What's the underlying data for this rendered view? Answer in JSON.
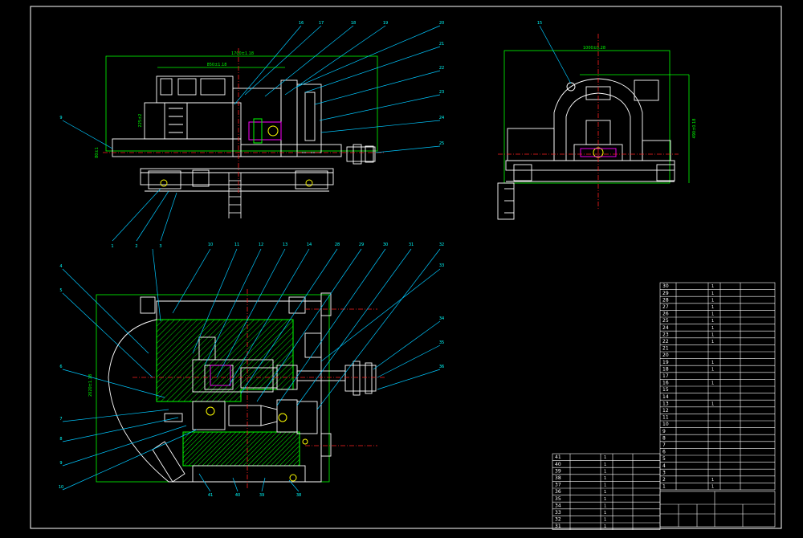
{
  "colors": {
    "background": "#000000",
    "frame": "#ffffff",
    "leader": "#00c8ff",
    "dim": "#00ff00",
    "center": "#ff2020",
    "hatch": "#00ff00",
    "body": "#ffffff",
    "accent": "#ffff00",
    "magenta": "#ff00ff"
  },
  "dimensions": {
    "front_overall": "1700±1.18",
    "front_inner": "850±1.18",
    "front_height": "225±2",
    "front_small": "80±1",
    "side_width": "1000±0.28",
    "side_height": "490±0.18",
    "plan_height": "2020±1.18"
  },
  "callouts": {
    "front_top": [
      "16",
      "17",
      "18",
      "19",
      "20",
      "21",
      "22",
      "23",
      "24",
      "25"
    ],
    "front_left": "9",
    "front_bottom": [
      "1",
      "2",
      "3"
    ],
    "side_top": "15",
    "plan_top": [
      "10",
      "11",
      "12",
      "13",
      "14",
      "28",
      "29",
      "30",
      "31",
      "32",
      "33"
    ],
    "plan_left": [
      "4",
      "5",
      "6",
      "7",
      "8",
      "9",
      "10"
    ],
    "plan_right": [
      "34",
      "35",
      "36"
    ],
    "plan_bottom": [
      "41",
      "40",
      "39",
      "38"
    ]
  },
  "bom_upper": {
    "rows": [
      {
        "no": "30",
        "qty": "1"
      },
      {
        "no": "29",
        "qty": "1"
      },
      {
        "no": "28",
        "qty": "1"
      },
      {
        "no": "27",
        "qty": "1"
      },
      {
        "no": "26",
        "qty": "1"
      },
      {
        "no": "25",
        "qty": "1"
      },
      {
        "no": "24",
        "qty": "1"
      },
      {
        "no": "23",
        "qty": "1"
      },
      {
        "no": "22",
        "qty": "1"
      },
      {
        "no": "21",
        "qty": ""
      },
      {
        "no": "20",
        "qty": ""
      },
      {
        "no": "19",
        "qty": "1"
      },
      {
        "no": "18",
        "qty": "1"
      },
      {
        "no": "17",
        "qty": ""
      },
      {
        "no": "16",
        "qty": "1"
      },
      {
        "no": "15",
        "qty": ""
      },
      {
        "no": "14",
        "qty": ""
      },
      {
        "no": "13",
        "qty": "1"
      },
      {
        "no": "12",
        "qty": ""
      },
      {
        "no": "11",
        "qty": ""
      },
      {
        "no": "10",
        "qty": ""
      },
      {
        "no": "9",
        "qty": ""
      },
      {
        "no": "8",
        "qty": ""
      },
      {
        "no": "7",
        "qty": ""
      },
      {
        "no": "6",
        "qty": ""
      },
      {
        "no": "5",
        "qty": ""
      },
      {
        "no": "4",
        "qty": ""
      },
      {
        "no": "3",
        "qty": ""
      },
      {
        "no": "2",
        "qty": "1"
      },
      {
        "no": "1",
        "qty": "1"
      }
    ]
  },
  "bom_lower": {
    "rows": [
      {
        "no": "41",
        "qty": "1"
      },
      {
        "no": "40",
        "qty": "1"
      },
      {
        "no": "39",
        "qty": "1"
      },
      {
        "no": "38",
        "qty": "1"
      },
      {
        "no": "37",
        "qty": "1"
      },
      {
        "no": "36",
        "qty": "1"
      },
      {
        "no": "35",
        "qty": "1"
      },
      {
        "no": "34",
        "qty": "1"
      },
      {
        "no": "33",
        "qty": "1"
      },
      {
        "no": "32",
        "qty": "1"
      },
      {
        "no": "31",
        "qty": "1"
      }
    ]
  }
}
